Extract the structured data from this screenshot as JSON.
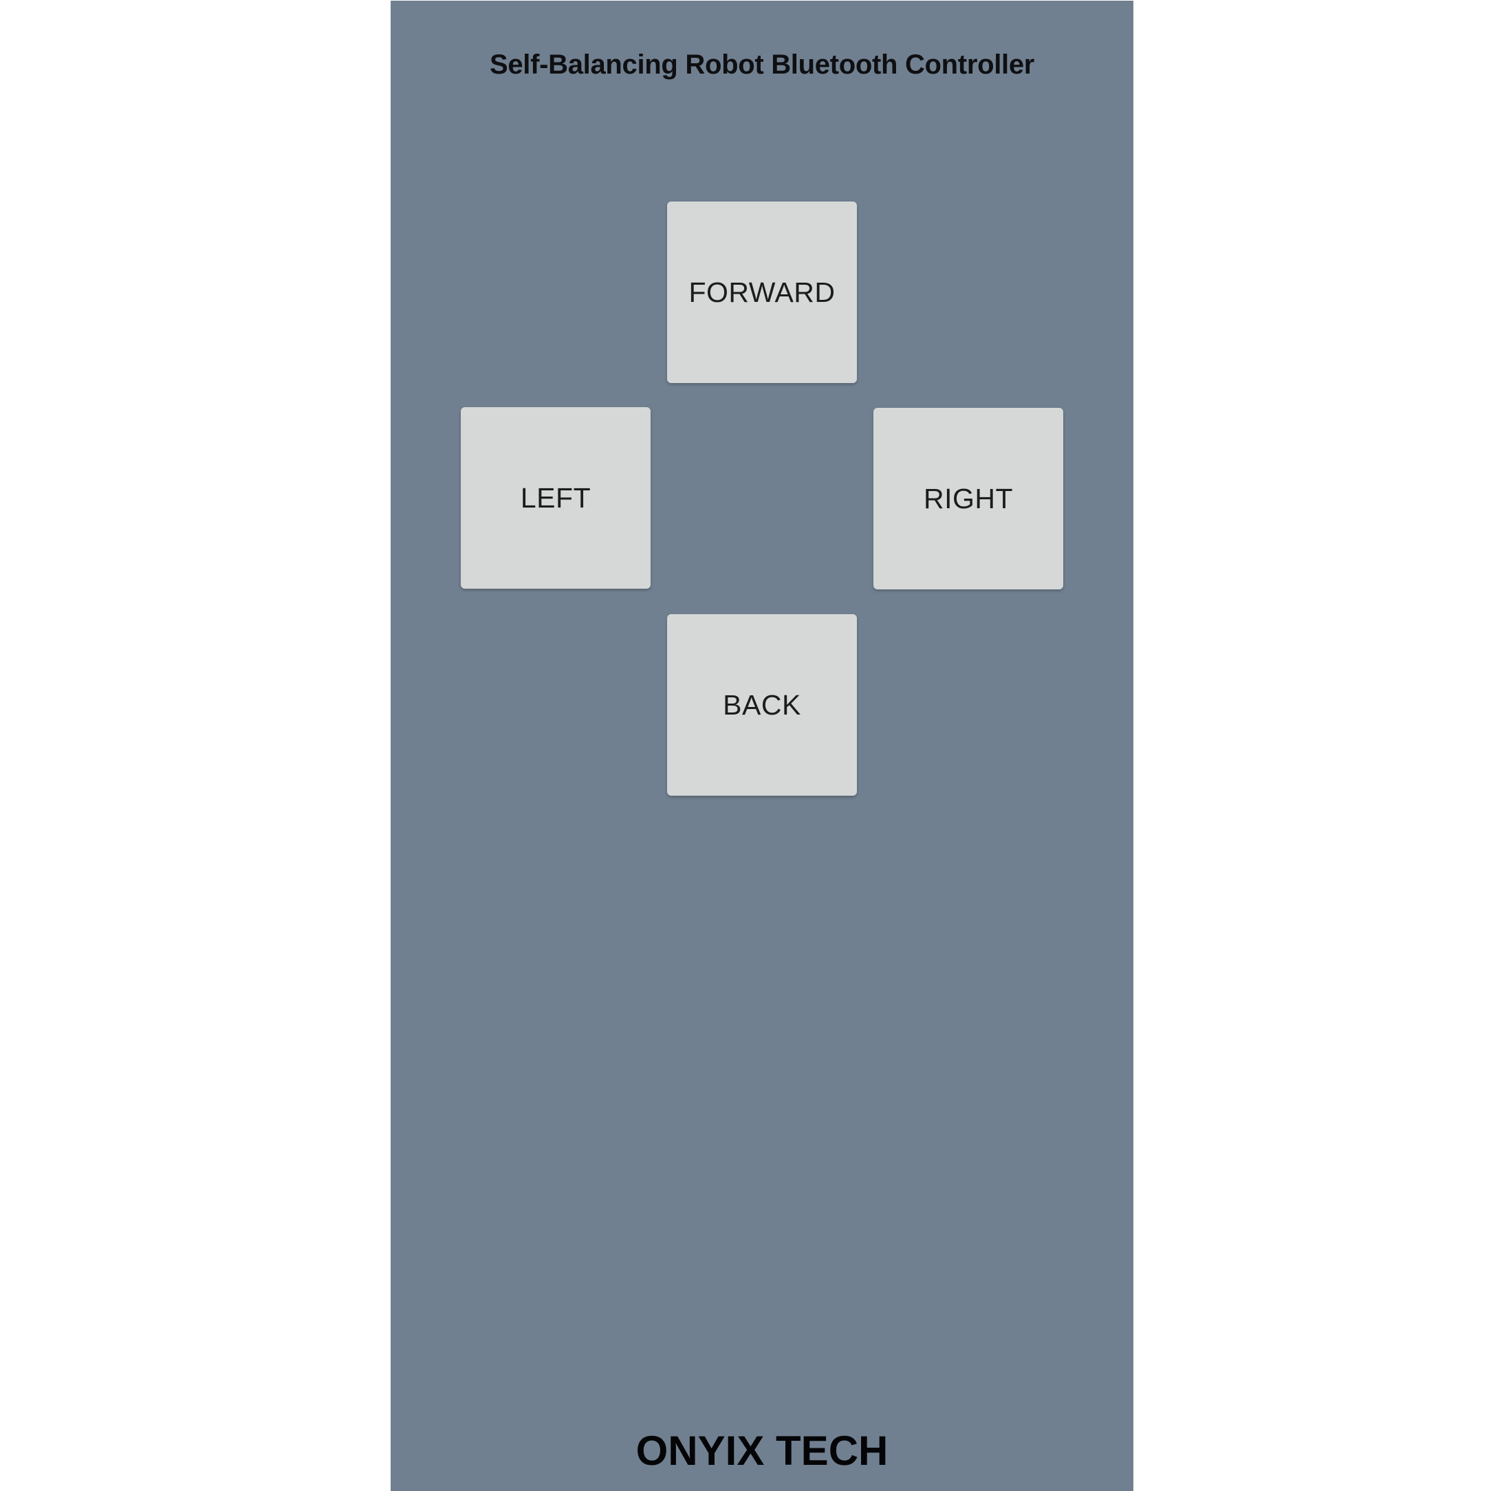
{
  "app": {
    "title": "Self-Balancing Robot Bluetooth Controller",
    "footer": "ONYIX TECH"
  },
  "controls": {
    "forward": "FORWARD",
    "left": "LEFT",
    "right": "RIGHT",
    "back": "BACK"
  },
  "colors": {
    "background": "#708090",
    "button": "#d6d8d8",
    "button_text": "#1c1c1c",
    "title_text": "#0f0f12"
  }
}
